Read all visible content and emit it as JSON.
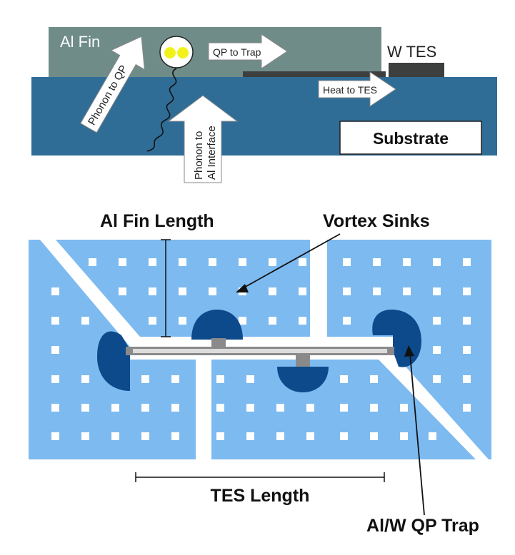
{
  "top": {
    "fin_label": "Al Fin",
    "tes_label": "W TES",
    "substrate_label": "Substrate",
    "arrow_qp_to_trap": "QP to Trap",
    "arrow_heat_to_tes": "Heat to TES",
    "arrow_phonon_to_qp": "Phonon to QP",
    "arrow_phonon_to_interface_line1": "Phonon to",
    "arrow_phonon_to_interface_line2": "Al Interface"
  },
  "bottom": {
    "fin_length_label": "Al Fin Length",
    "vortex_sinks_label": "Vortex Sinks",
    "tes_length_label": "TES Length",
    "qp_trap_label": "Al/W QP Trap"
  },
  "colors": {
    "fin_gray": "#6f8c89",
    "substrate_blue": "#2f6d96",
    "tes_dark": "#3d3f3f",
    "yellow": "#f2f21a",
    "pattern_blue": "#7dbaf0",
    "trap_navy": "#0c4a8c",
    "bar_gray": "#8a8a8a"
  }
}
